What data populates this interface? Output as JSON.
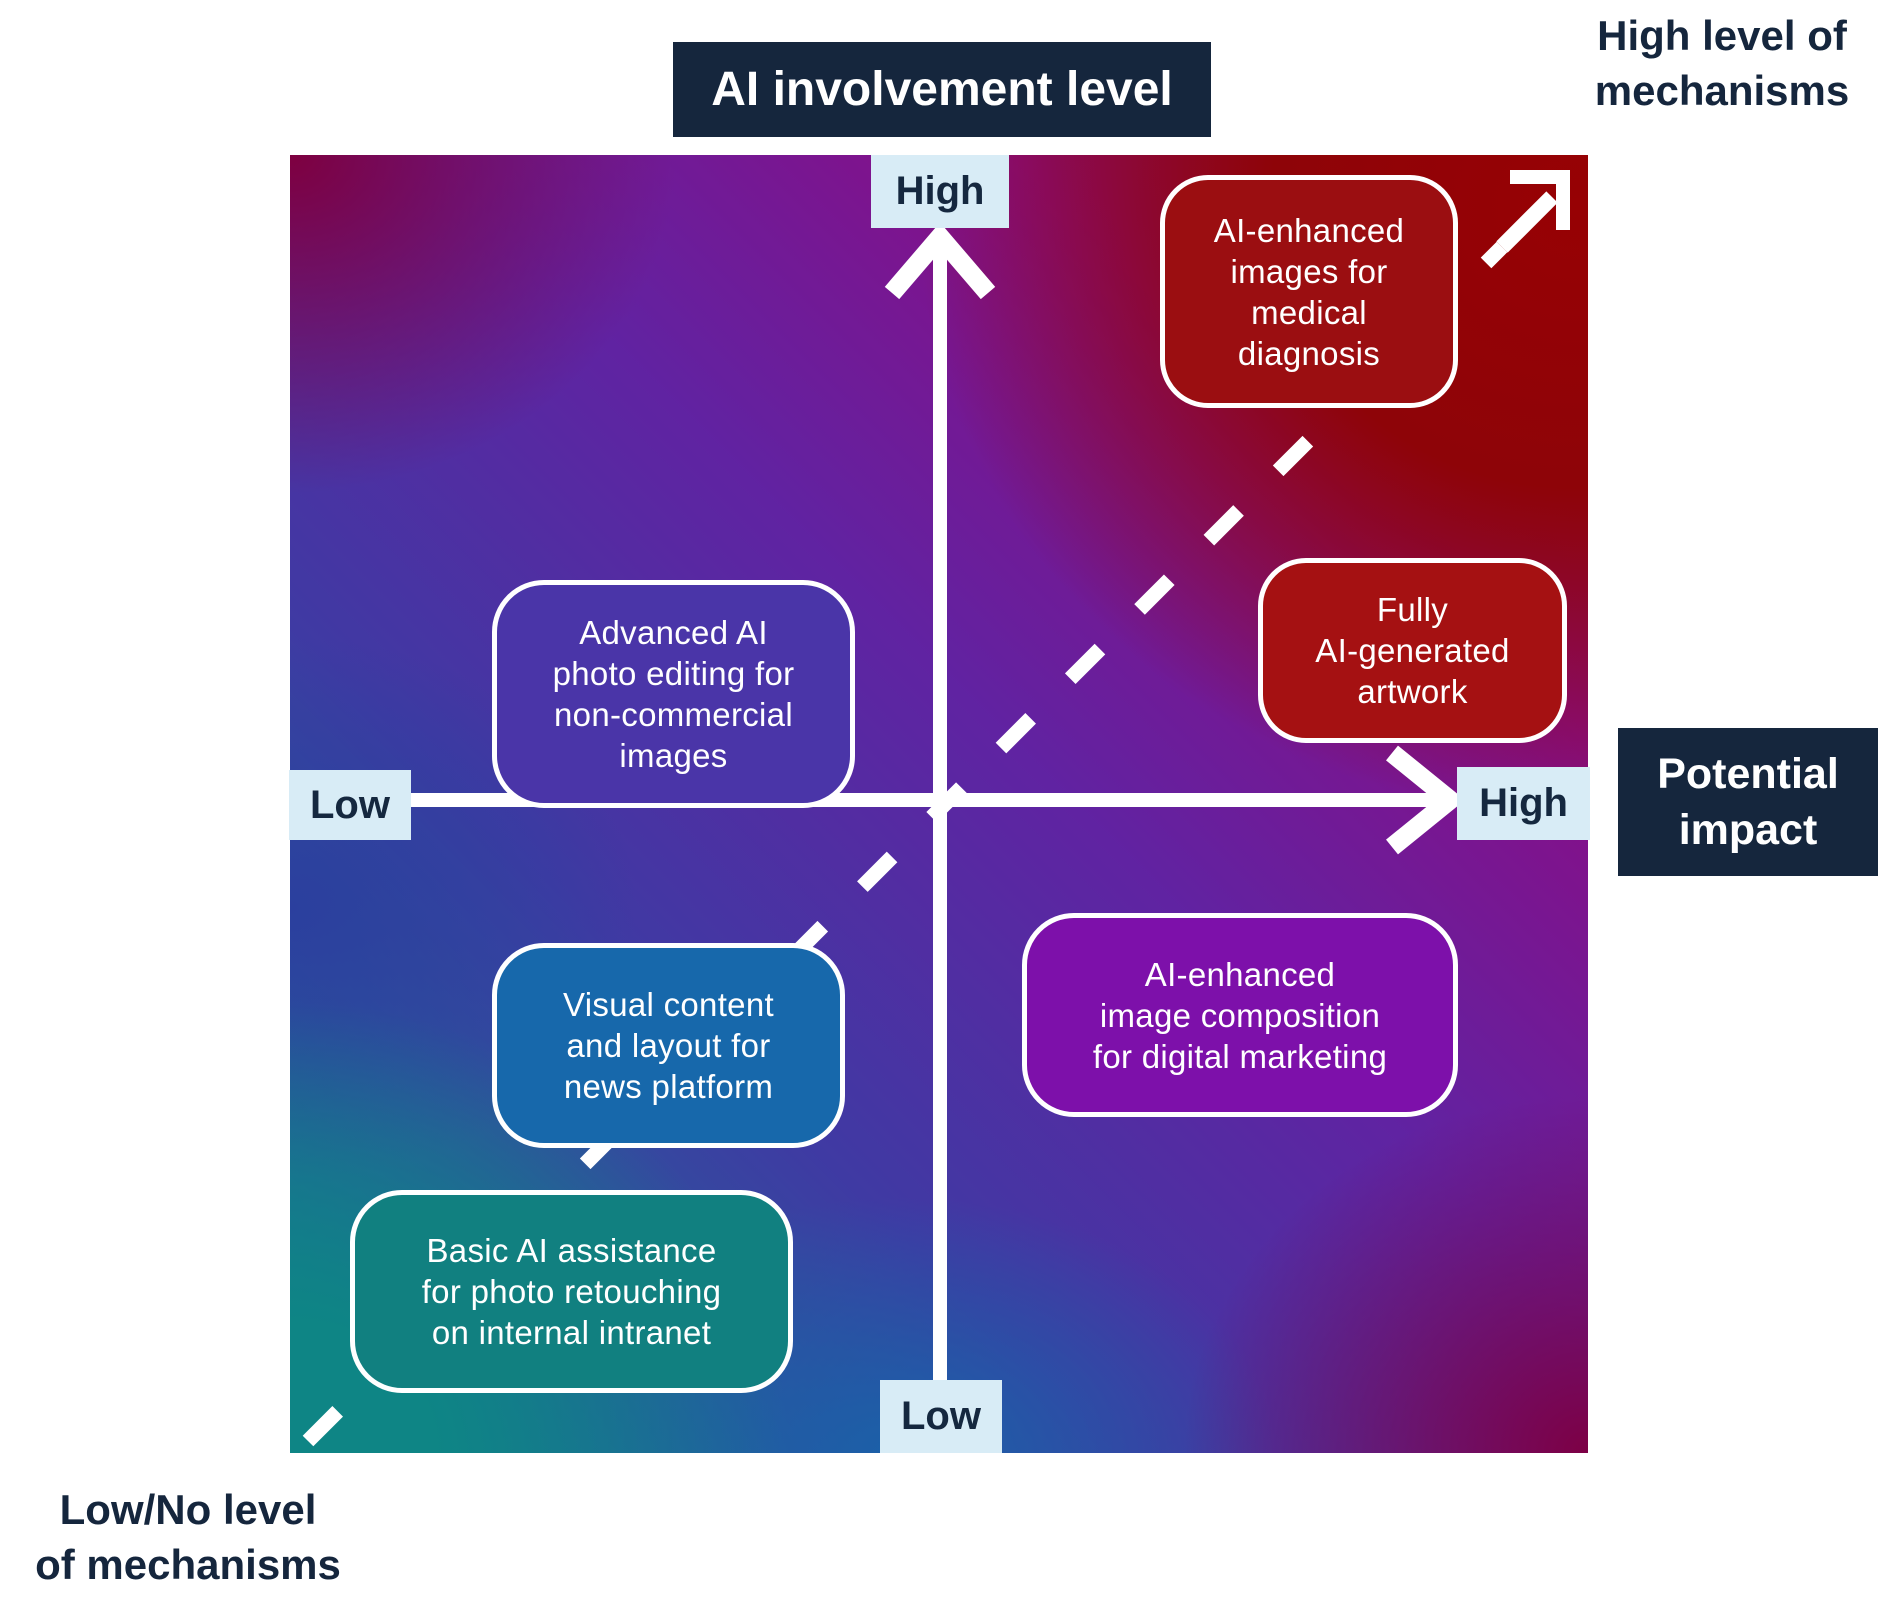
{
  "title": "AI involvement level",
  "axis_labels": {
    "vertical_high": "High",
    "vertical_low": "Low",
    "horizontal_high": "High",
    "horizontal_low": "Low",
    "horizontal_title": [
      "Potential",
      "impact"
    ],
    "diagonal_high": [
      "High level of",
      "mechanisms"
    ],
    "diagonal_low": [
      "Low/No level",
      "of mechanisms"
    ]
  },
  "colors": {
    "navy": "#15263d",
    "tick_bg": "#d8ecf6",
    "tick_text": "#15283f",
    "axis_white": "#ffffff",
    "matrix_corner_top_left": "#7e0040",
    "matrix_corner_top_right": "#930205",
    "matrix_corner_bottom_left": "#0e8585",
    "matrix_corner_bottom_right": "#7d0045",
    "matrix_mid_left": "#2b3f9e",
    "matrix_center": "#5c2aa0"
  },
  "items": [
    {
      "id": "advanced-ai-photo-editing",
      "quadrant": "top-left",
      "fill": "#4a35a8",
      "lines": [
        "Advanced AI",
        "photo editing for",
        "non-commercial",
        "images"
      ]
    },
    {
      "id": "ai-enhanced-medical-diagnosis",
      "quadrant": "top-right",
      "fill": "#9b0e11",
      "lines": [
        "AI-enhanced",
        "images for",
        "medical",
        "diagnosis"
      ]
    },
    {
      "id": "fully-ai-generated-artwork",
      "quadrant": "top-right",
      "fill": "#a51112",
      "lines": [
        "Fully",
        "AI-generated",
        "artwork"
      ]
    },
    {
      "id": "ai-enhanced-digital-marketing",
      "quadrant": "bottom-right",
      "fill": "#7d10aa",
      "lines": [
        "AI-enhanced",
        "image composition",
        "for digital marketing"
      ]
    },
    {
      "id": "visual-content-news-platform",
      "quadrant": "bottom-left",
      "fill": "#1768ab",
      "lines": [
        "Visual content",
        "and layout for",
        "news platform"
      ]
    },
    {
      "id": "basic-ai-photo-retouching",
      "quadrant": "bottom-left",
      "fill": "#118080",
      "lines": [
        "Basic AI assistance",
        "for photo retouching",
        "on internal intranet"
      ]
    }
  ]
}
